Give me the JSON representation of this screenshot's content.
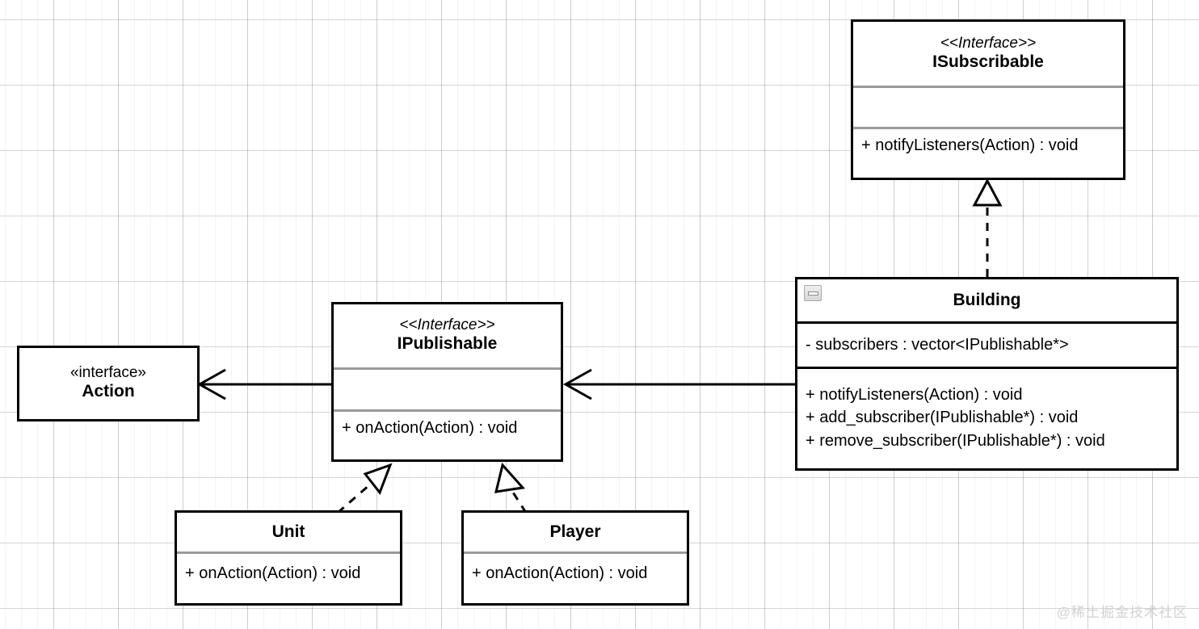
{
  "diagram": {
    "kind": "uml-class-diagram",
    "background": "#ffffff",
    "grid_color": "#e8e8e8",
    "line_color": "#000000",
    "separator_color": "#9a9a9a"
  },
  "classes": {
    "isubscribable": {
      "stereotype": "<<Interface>>",
      "name": "ISubscribable",
      "attributes": [],
      "methods": [
        "+ notifyListeners(Action) : void"
      ]
    },
    "ipublishable": {
      "stereotype": "<<Interface>>",
      "name": "IPublishable",
      "attributes": [],
      "methods": [
        "+ onAction(Action) : void"
      ]
    },
    "action": {
      "stereotype": "«interface»",
      "name": "Action"
    },
    "building": {
      "name": "Building",
      "collapse_icon": "collapse-minus-icon",
      "attributes": [
        "- subscribers : vector<IPublishable*>"
      ],
      "methods": [
        "+ notifyListeners(Action) : void",
        "+ add_subscriber(IPublishable*) : void",
        "+ remove_subscriber(IPublishable*) : void"
      ]
    },
    "unit": {
      "name": "Unit",
      "methods": [
        "+ onAction(Action) : void"
      ]
    },
    "player": {
      "name": "Player",
      "methods": [
        "+ onAction(Action) : void"
      ]
    }
  },
  "relations": [
    {
      "id": "building-realizes-isubscribable",
      "from": "Building",
      "to": "ISubscribable",
      "type": "realization",
      "line": "dashed",
      "arrowhead": "hollow-triangle"
    },
    {
      "id": "building-uses-ipublishable",
      "from": "Building",
      "to": "IPublishable",
      "type": "association",
      "line": "solid",
      "arrowhead": "open"
    },
    {
      "id": "ipublishable-uses-action",
      "from": "IPublishable",
      "to": "Action",
      "type": "association",
      "line": "solid",
      "arrowhead": "open"
    },
    {
      "id": "unit-realizes-ipublishable",
      "from": "Unit",
      "to": "IPublishable",
      "type": "realization",
      "line": "dashed",
      "arrowhead": "hollow-triangle"
    },
    {
      "id": "player-realizes-ipublishable",
      "from": "Player",
      "to": "IPublishable",
      "type": "realization",
      "line": "dashed",
      "arrowhead": "hollow-triangle"
    }
  ],
  "watermark": {
    "text": "@稀土掘金技术社区"
  }
}
